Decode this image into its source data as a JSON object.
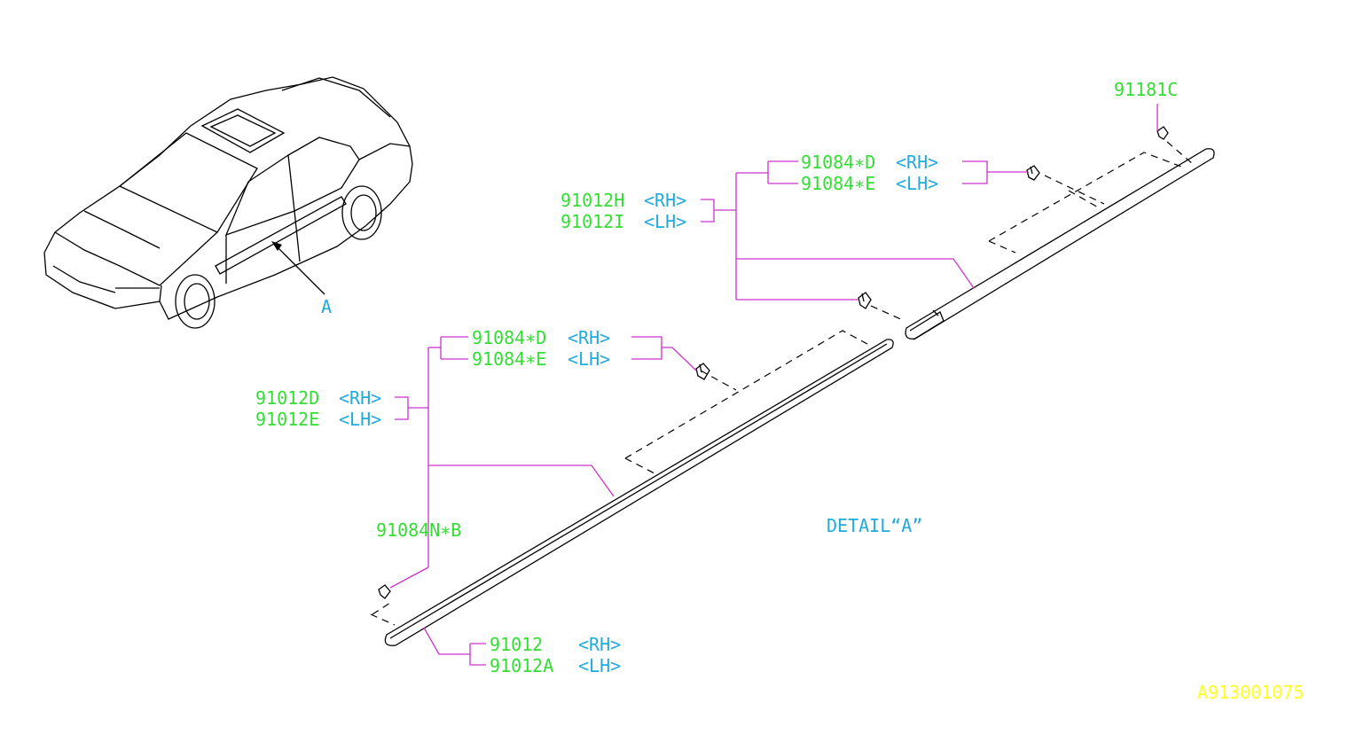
{
  "diagram": {
    "callout_a": "A",
    "detail_label": "DETAIL“A”",
    "document_code": "A913001075",
    "colors": {
      "part_number": "#33dd33",
      "side_label": "#22aadd",
      "leader": "#cc33cc",
      "document_code": "#ffff22"
    },
    "groups": [
      {
        "parts": [
          {
            "number": "91084∗D",
            "side": "<RH>"
          },
          {
            "number": "91084∗E",
            "side": "<LH>"
          }
        ]
      },
      {
        "parts": [
          {
            "number": "91012H",
            "side": "<RH>"
          },
          {
            "number": "91012I",
            "side": "<LH>"
          }
        ]
      },
      {
        "parts": [
          {
            "number": "91084∗D",
            "side": "<RH>"
          },
          {
            "number": "91084∗E",
            "side": "<LH>"
          }
        ]
      },
      {
        "parts": [
          {
            "number": "91012D",
            "side": "<RH>"
          },
          {
            "number": "91012E",
            "side": "<LH>"
          }
        ]
      },
      {
        "parts": [
          {
            "number": "91012",
            "side": "<RH>"
          },
          {
            "number": "91012A",
            "side": "<LH>"
          }
        ]
      }
    ],
    "single_parts": [
      {
        "number": "91181C"
      },
      {
        "number": "91084N∗B"
      }
    ]
  }
}
